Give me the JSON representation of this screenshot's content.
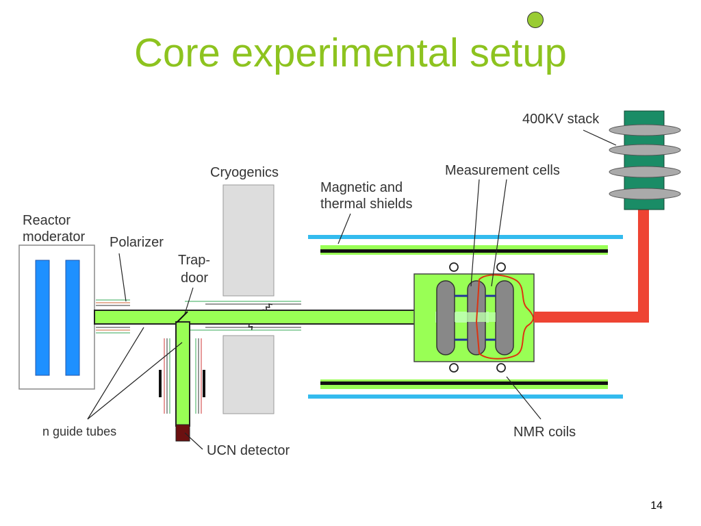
{
  "slide": {
    "title": "Core experimental setup",
    "number": "14"
  },
  "labels": {
    "reactor_line1": "Reactor",
    "reactor_line2": "moderator",
    "polarizer": "Polarizer",
    "trapdoor_line1": "Trap-",
    "trapdoor_line2": "door",
    "cryogenics": "Cryogenics",
    "shields_line1": "Magnetic and",
    "shields_line2": "thermal shields",
    "measurement_cells": "Measurement cells",
    "stack": "400KV stack",
    "nmr_coils": "NMR coils",
    "guide_tubes": "n guide tubes",
    "ucn_detector": "UCN detector"
  },
  "colors": {
    "title": "#8dc31f",
    "guide_green": "#99ff55",
    "moderator_blue": "#1e90ff",
    "shield_cyan": "#33bbee",
    "hv_red": "#ee4433",
    "stack_green": "#1a8c66",
    "insulator_gray": "#aaaaaa",
    "cell_gray": "#888888",
    "cryo_gray": "#dddddd",
    "detector_brown": "#6b1010"
  }
}
